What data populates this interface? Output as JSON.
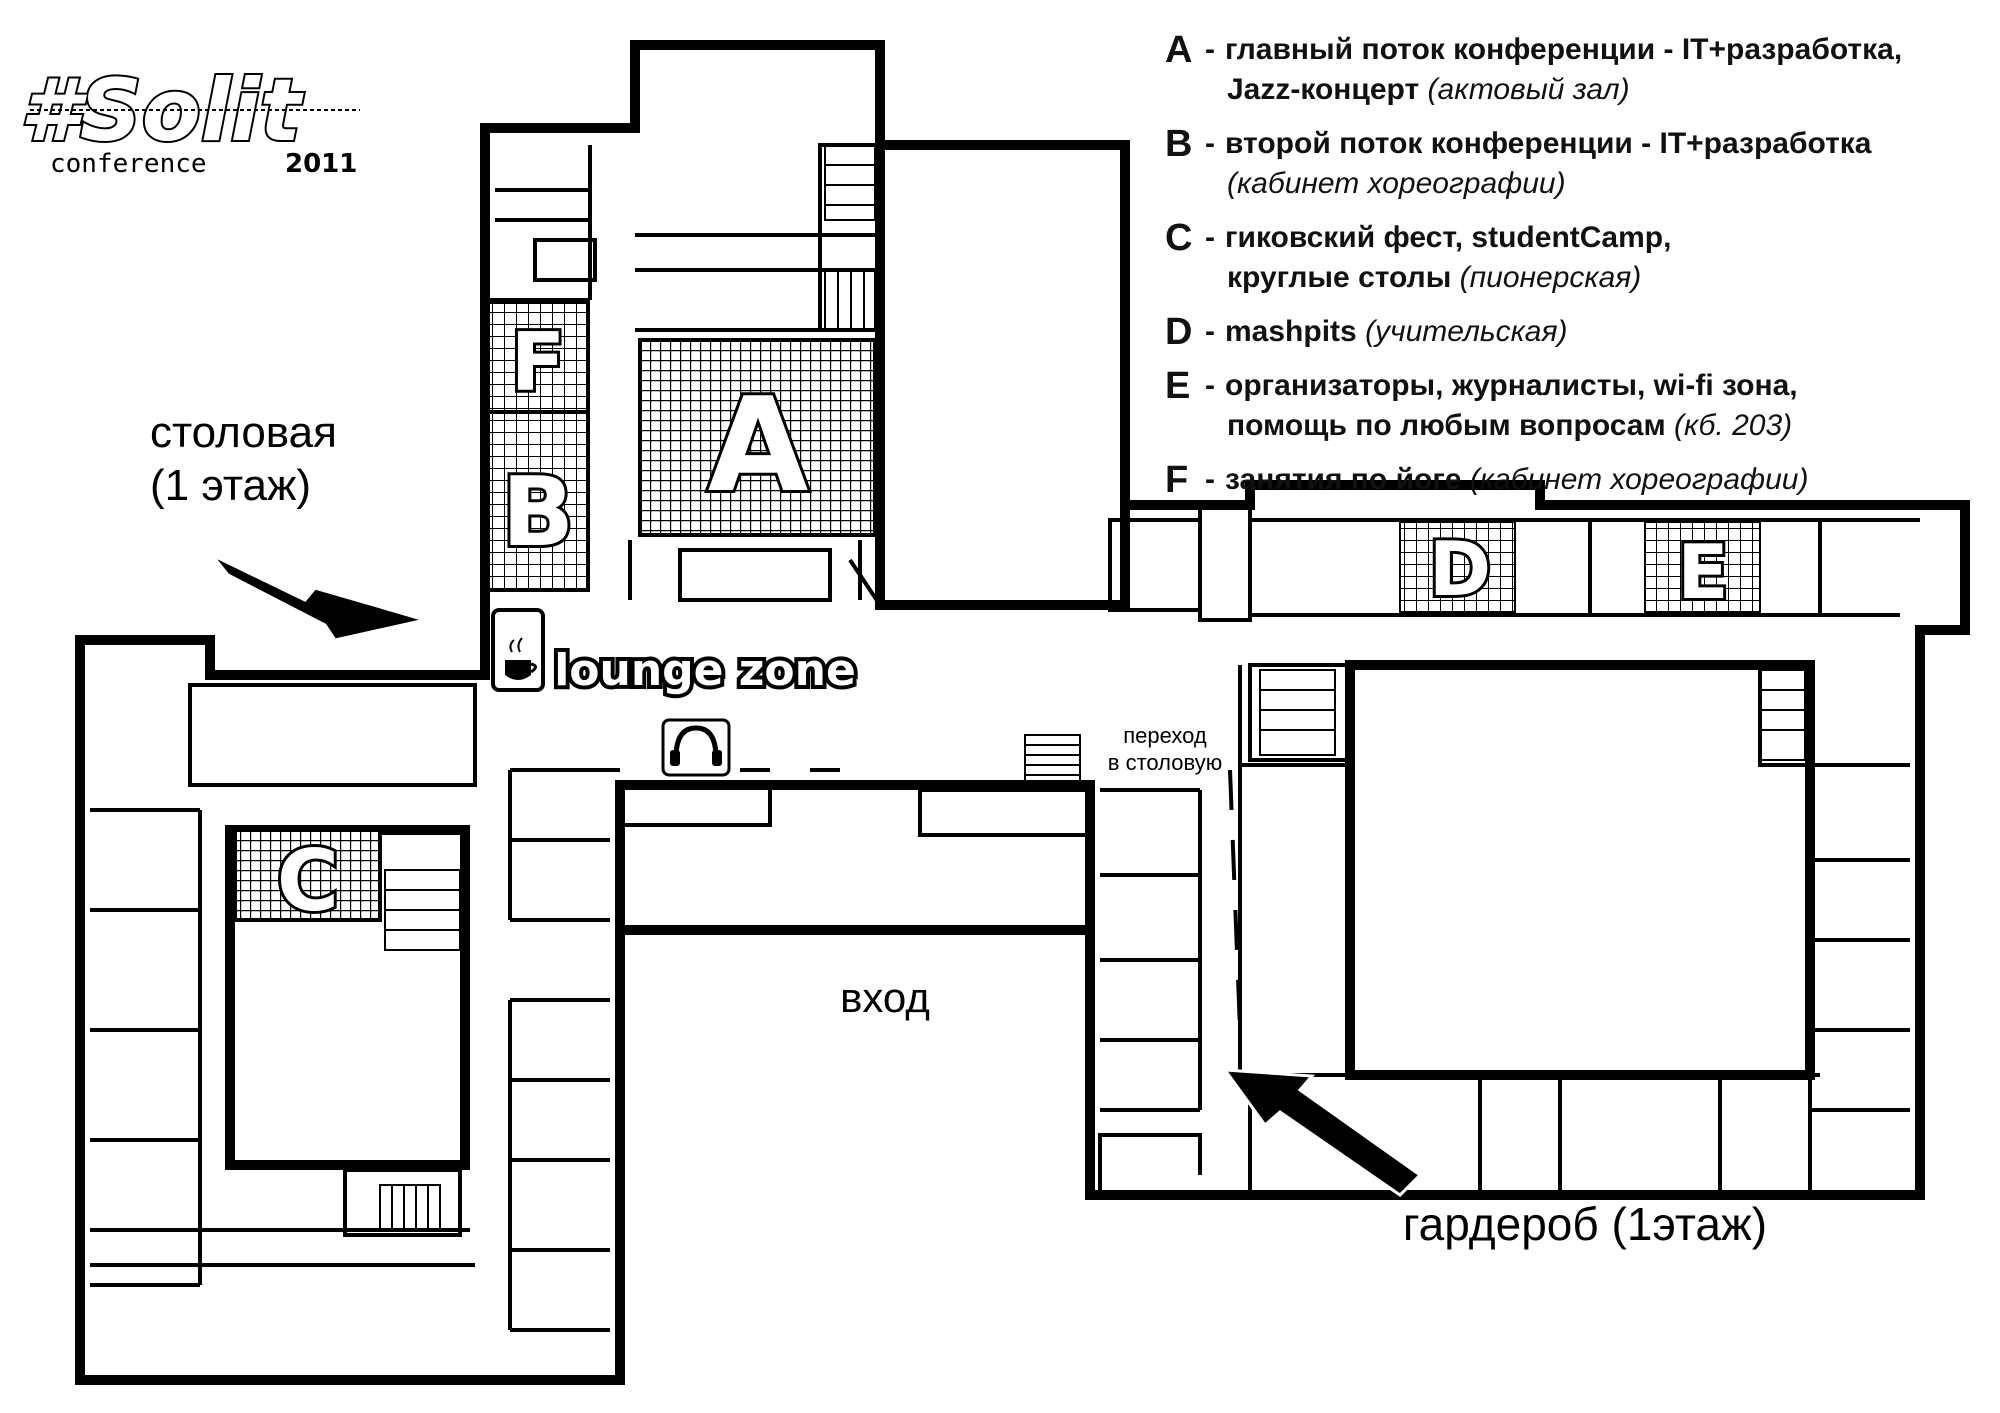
{
  "logo": {
    "hash_text": "#Solit",
    "sub_text": "conference",
    "year": "2011"
  },
  "legend": [
    {
      "letter": "A",
      "dash": "-",
      "lines": [
        {
          "bold": "главный поток конференции - IT+разработка,",
          "ital": ""
        },
        {
          "bold": "Jazz-концерт",
          "ital": "(актовый зал)"
        }
      ]
    },
    {
      "letter": "B",
      "dash": "-",
      "lines": [
        {
          "bold": "второй поток конференции - IT+разработка",
          "ital": ""
        },
        {
          "bold": "",
          "ital": "(кабинет хореографии)"
        }
      ]
    },
    {
      "letter": "C",
      "dash": "-",
      "lines": [
        {
          "bold": "гиковский фест, studentCamp,",
          "ital": ""
        },
        {
          "bold": "круглые столы",
          "ital": "(пионерская)"
        }
      ]
    },
    {
      "letter": "D",
      "dash": "-",
      "lines": [
        {
          "bold": "mashpits",
          "ital": "(учительская)"
        }
      ]
    },
    {
      "letter": "E",
      "dash": "-",
      "lines": [
        {
          "bold": "организаторы, журналисты, wi-fi зона,",
          "ital": ""
        },
        {
          "bold": "помощь по любым вопросам",
          "ital": "(кб. 203)"
        }
      ]
    },
    {
      "letter": "F",
      "dash": "-",
      "lines": [
        {
          "bold": "занятия по йоге",
          "ital": "(кабинет хореографии)"
        }
      ]
    }
  ],
  "rooms": {
    "A": "A",
    "B": "B",
    "C": "C",
    "D": "D",
    "E": "E",
    "F": "F"
  },
  "labels": {
    "canteen_line1": "столовая",
    "canteen_line2": "(1 этаж)",
    "lounge": "lounge zone",
    "entrance": "вход",
    "passage_line1": "переход",
    "passage_line2": "в столовую",
    "cloakroom": "гардероб (1этаж)"
  },
  "icons": {
    "coffee": "coffee-cup-icon",
    "headphones": "headphones-icon",
    "arrow_canteen": "arrow-icon",
    "arrow_cloakroom": "arrow-icon"
  },
  "colors": {
    "wall": "#000000",
    "background": "#ffffff",
    "room_fill": "#ffffff",
    "highlight_grid": "#000000"
  }
}
